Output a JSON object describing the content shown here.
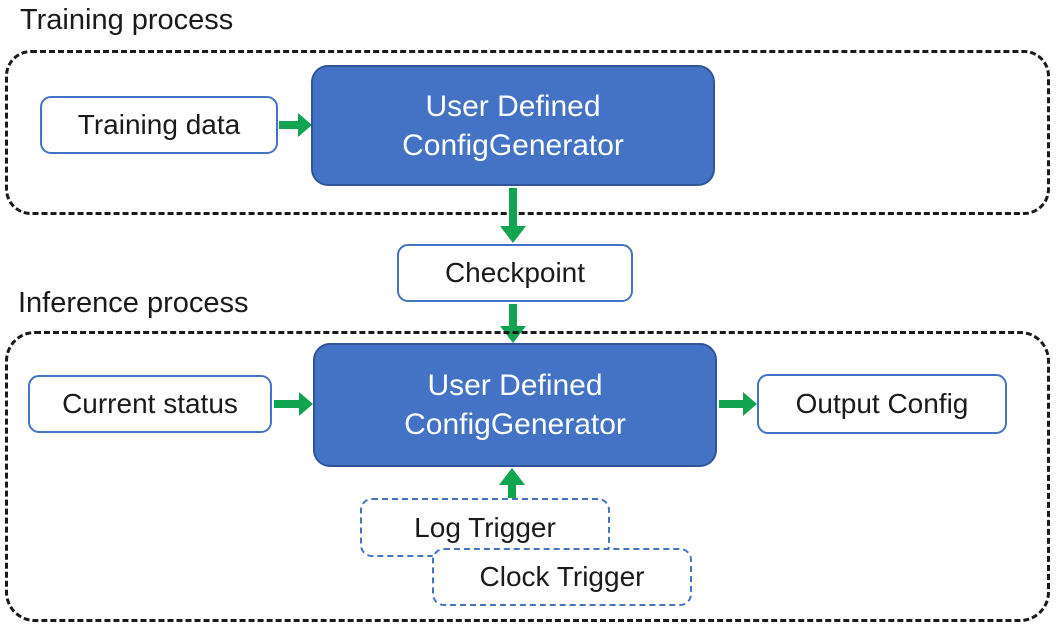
{
  "training": {
    "label": "Training process",
    "input_box": "Training data",
    "model": {
      "line1": "User Defined",
      "line2": "ConfigGenerator"
    }
  },
  "checkpoint": {
    "label": "Checkpoint"
  },
  "inference": {
    "label": "Inference process",
    "input_box": "Current status",
    "model": {
      "line1": "User Defined",
      "line2": "ConfigGenerator"
    },
    "output_box": "Output Config",
    "triggers": {
      "log": "Log Trigger",
      "clock": "Clock Trigger"
    }
  },
  "colors": {
    "model_fill": "#4472C4",
    "model_border": "#2F5597",
    "box_border": "#4472C4",
    "arrow": "#10A450",
    "container_dash": "#1a1a1a",
    "text_dark": "#1a1a1a",
    "text_light": "#FFFFFF"
  }
}
